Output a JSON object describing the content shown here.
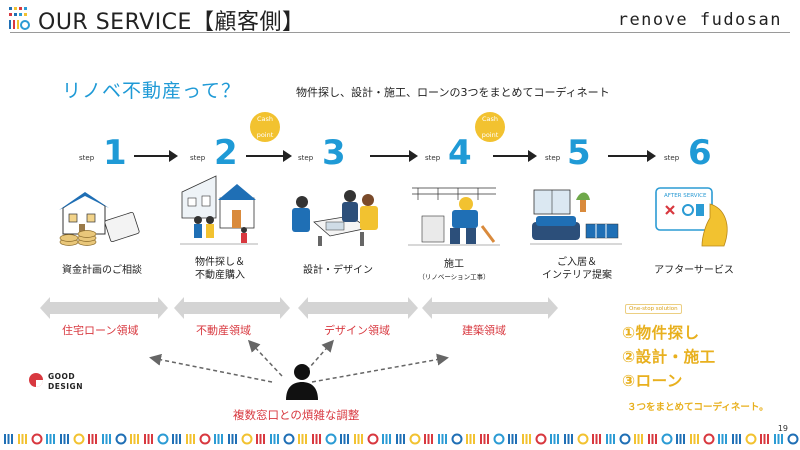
{
  "header": {
    "title": "OUR SERVICE【顧客側】",
    "brand": "renove fudosan"
  },
  "intro": {
    "heading": "リノベ不動産って？",
    "description": "物件探し、設計・施工、ローンの3つをまとめてコーディネート"
  },
  "step_word": "step",
  "cash_point": [
    "Cash",
    "point"
  ],
  "steps": [
    {
      "number": "1",
      "label": "資金計画のご相談",
      "sub": ""
    },
    {
      "number": "2",
      "label": "物件探し＆",
      "label2": "不動産購入",
      "sub": ""
    },
    {
      "number": "3",
      "label": "設計・デザイン",
      "sub": ""
    },
    {
      "number": "4",
      "label": "施工",
      "sub": "（リノベーション工事）"
    },
    {
      "number": "5",
      "label": "ご入居＆",
      "label2": "インテリア提案",
      "sub": ""
    },
    {
      "number": "6",
      "label": "アフターサービス",
      "sub": ""
    }
  ],
  "after_service_card": "AFTER SERVICE",
  "domains": [
    "住宅ローン領域",
    "不動産領域",
    "デザイン領域",
    "建築領域"
  ],
  "good_design": [
    "GOOD",
    "DESIGN"
  ],
  "complex_note": "複数窓口との煩雑な調整",
  "one_stop": {
    "tag": "One-stop solution",
    "items": [
      "①物件探し",
      "②設計・施工",
      "③ローン"
    ],
    "footer": "３つをまとめてコーディネート。"
  },
  "page_number": "19",
  "colors": {
    "accent_blue": "#1f9ad6",
    "accent_red": "#d8383f",
    "accent_yellow": "#f2c230",
    "pattern": [
      "#1f6fb5",
      "#f2c230",
      "#d8383f",
      "#2b9bd4"
    ]
  }
}
